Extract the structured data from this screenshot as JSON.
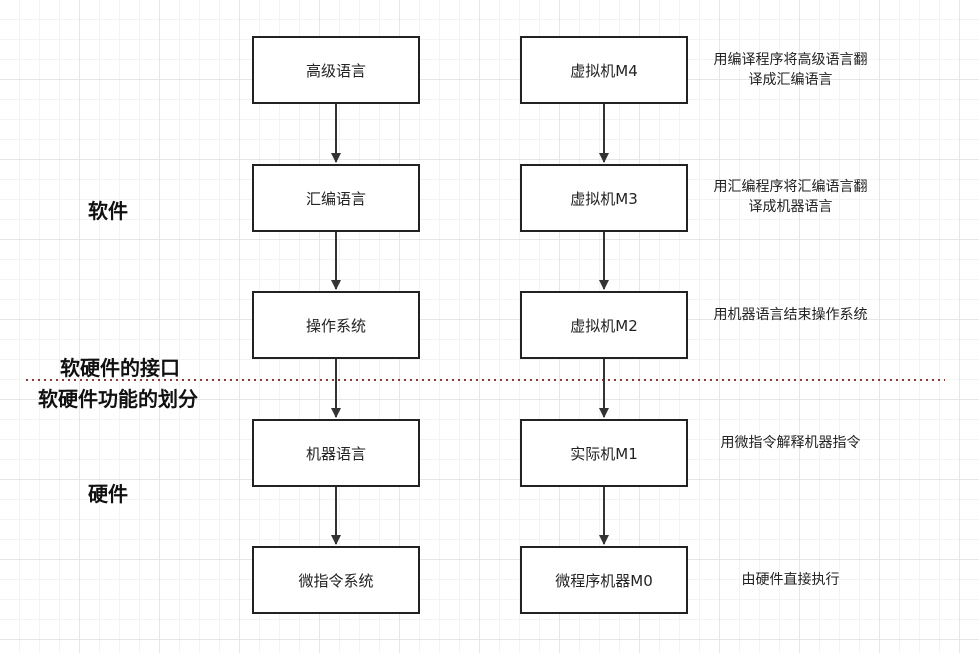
{
  "left_column": [
    {
      "label": "高级语言"
    },
    {
      "label": "汇编语言"
    },
    {
      "label": "操作系统"
    },
    {
      "label": "机器语言"
    },
    {
      "label": "微指令系统"
    }
  ],
  "right_column": [
    {
      "label": "虚拟机M4",
      "note": "用编译程序将高级语言翻译成汇编语言"
    },
    {
      "label": "虚拟机M3",
      "note": "用汇编程序将汇编语言翻译成机器语言"
    },
    {
      "label": "虚拟机M2",
      "note": "用机器语言结束操作系统"
    },
    {
      "label": "实际机M1",
      "note": "用微指令解释机器指令"
    },
    {
      "label": "微程序机器M0",
      "note": "由硬件直接执行"
    }
  ],
  "section_labels": {
    "software": "软件",
    "hardware": "硬件",
    "interface": "软硬件的接口",
    "division": "软硬件功能的划分"
  },
  "colors": {
    "box_border": "#222222",
    "arrow": "#333333",
    "divider": "#8b3a3a",
    "grid": "#e6e6e6"
  }
}
